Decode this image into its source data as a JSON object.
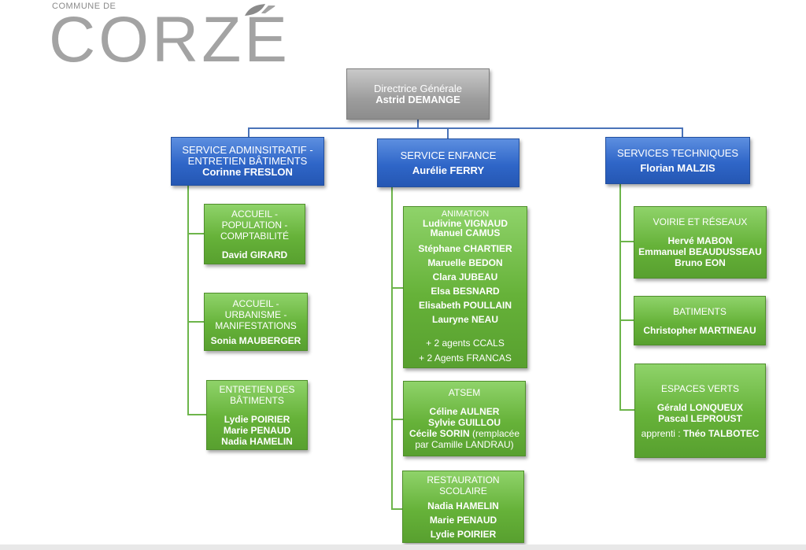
{
  "header": {
    "logo_small": "COMMUNE DE",
    "logo_big": "CORZÉ"
  },
  "director": {
    "title": "Directrice Générale",
    "name": "Astrid DEMANGE"
  },
  "services": [
    {
      "title": "SERVICE ADMINSITRATIF  - ENTRETIEN BÂTIMENTS",
      "head": "Corinne FRESLON",
      "units": [
        {
          "title": "ACCUEIL  - POPULATION - COMPTABILITÉ",
          "members": [
            "David GIRARD"
          ]
        },
        {
          "title": "ACCUEIL - URBANISME - MANIFESTATIONS",
          "members": [
            "Sonia MAUBERGER"
          ]
        },
        {
          "title": "ENTRETIEN DES BÂTIMENTS",
          "members": [
            "Lydie POIRIER",
            "Marie PENAUD",
            "Nadia HAMELIN"
          ]
        }
      ]
    },
    {
      "title": "SERVICE ENFANCE",
      "head": "Aurélie FERRY",
      "units": [
        {
          "title": "ANIMATION",
          "members": [
            "Ludivine VIGNAUD",
            "Manuel CAMUS",
            "Stéphane CHARTIER",
            "Maruelle BEDON",
            "Clara JUBEAU",
            "Elsa BESNARD",
            "Elisabeth POULLAIN",
            "Lauryne NEAU"
          ],
          "extra": [
            "+ 2 agents CCALS",
            "+ 2 Agents FRANCAS"
          ]
        },
        {
          "title": "ATSEM",
          "members": [
            "Céline AULNER",
            "Sylvie GUILLOU"
          ],
          "member_bold": "Cécile SORIN",
          "member_note": "(remplacée par Camille LANDRAU)"
        },
        {
          "title": "RESTAURATION SCOLAIRE",
          "members": [
            "Nadia HAMELIN",
            "Marie PENAUD",
            "Lydie POIRIER"
          ]
        }
      ]
    },
    {
      "title": "SERVICES TECHNIQUES",
      "head": "Florian MALZIS",
      "units": [
        {
          "title": "VOIRIE ET RÉSEAUX",
          "members": [
            "Hervé MABON",
            "Emmanuel BEAUDUSSEAU",
            "Bruno EON"
          ]
        },
        {
          "title": "BATIMENTS",
          "members": [
            "Christopher MARTINEAU"
          ]
        },
        {
          "title": "ESPACES VERTS",
          "members": [
            "Gérald LONQUEUX",
            "Pascal LEPROUST"
          ],
          "apprentice_label": "apprenti :",
          "apprentice_name": "Théo TALBOTEC"
        }
      ]
    }
  ]
}
